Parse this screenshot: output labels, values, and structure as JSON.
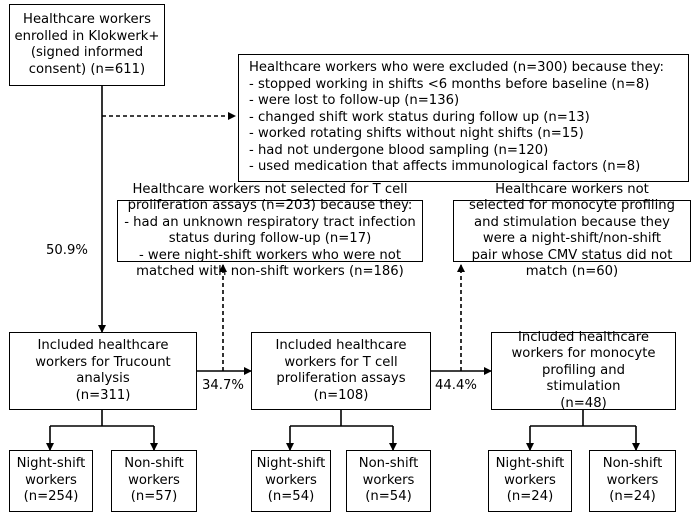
{
  "boxes": {
    "enrolled": [
      "Healthcare workers",
      "enrolled in Klokwerk+",
      "(signed informed",
      "consent) (n=611)"
    ],
    "excluded": [
      "Healthcare workers who were excluded (n=300) because they:",
      "- stopped working in shifts <6 months before baseline (n=8)",
      "- were lost to follow-up (n=136)",
      "- changed shift work status during follow up (n=13)",
      "- worked rotating shifts without night shifts (n=15)",
      "- had not undergone blood sampling (n=120)",
      "- used medication that affects immunological factors (n=8)"
    ],
    "not_selected_tcell": [
      "Healthcare workers not selected for T cell",
      "proliferation assays (n=203) because they:",
      "- had an unknown respiratory tract infection",
      "status during follow-up (n=17)",
      "- were night-shift workers who were not",
      "matched with non-shift workers (n=186)"
    ],
    "not_selected_monocyte": [
      "Healthcare workers not",
      "selected for monocyte profiling",
      "and stimulation because they",
      "were a night-shift/non-shift",
      "pair whose CMV status did not",
      "match (n=60)"
    ],
    "trucount": [
      "Included healthcare",
      "workers for Trucount",
      "analysis",
      "(n=311)"
    ],
    "tcell": [
      "Included healthcare",
      "workers for T cell",
      "proliferation assays",
      "(n=108)"
    ],
    "monocyte": [
      "Included healthcare",
      "workers for monocyte",
      "profiling and",
      "stimulation",
      "(n=48)"
    ],
    "night1": [
      "Night-shift",
      "workers",
      "(n=254)"
    ],
    "non1": [
      "Non-shift",
      "workers",
      "(n=57)"
    ],
    "night2": [
      "Night-shift",
      "workers",
      "(n=54)"
    ],
    "non2": [
      "Non-shift",
      "workers",
      "(n=54)"
    ],
    "night3": [
      "Night-shift",
      "workers",
      "(n=24)"
    ],
    "non3": [
      "Non-shift",
      "workers",
      "(n=24)"
    ]
  },
  "percent_labels": {
    "enrolled_to_trucount": "50.9%",
    "trucount_to_tcell": "34.7%",
    "tcell_to_monocyte": "44.4%"
  }
}
